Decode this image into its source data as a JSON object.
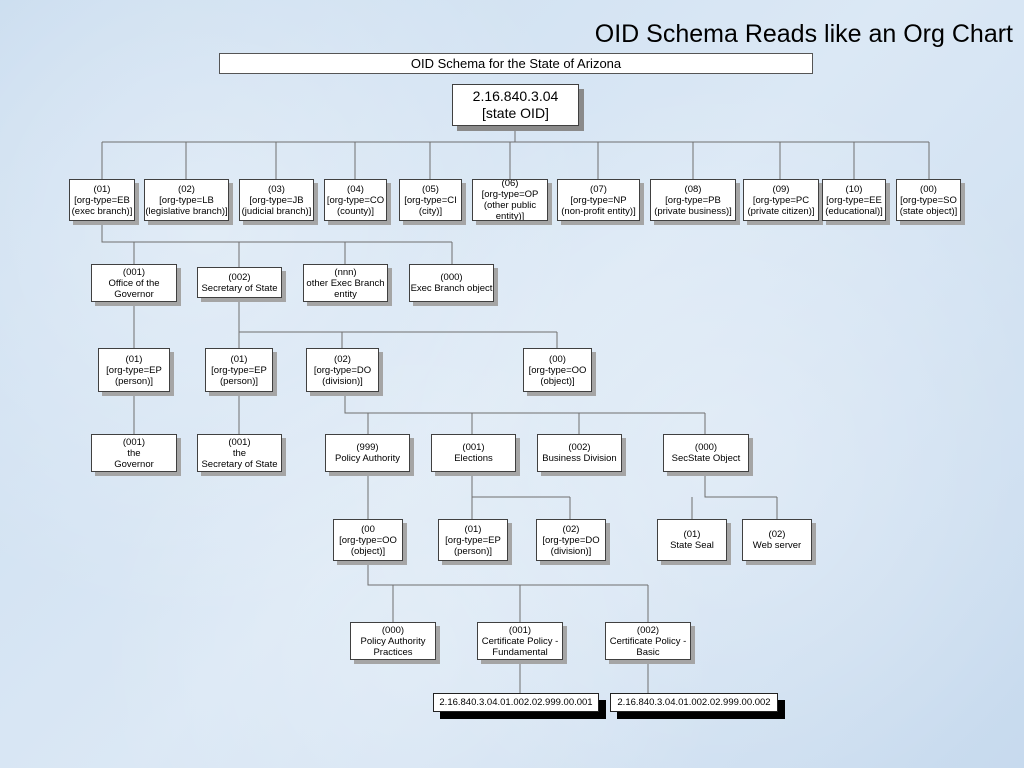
{
  "slide": {
    "title": "OID Schema Reads like an Org Chart",
    "subtitle": "OID Schema for the State of Arizona"
  },
  "nodes": {
    "root": "2.16.840.3.04\n[state OID]",
    "eb": "(01)\n[org-type=EB\n(exec branch)]",
    "lb": "(02)\n[org-type=LB\n(legislative branch)]",
    "jb": "(03)\n[org-type=JB\n(judicial branch)]",
    "co": "(04)\n[org-type=CO\n(county)]",
    "ci": "(05)\n[org-type=CI\n(city)]",
    "op": "(06)\n[org-type=OP\n(other public\nentity)]",
    "np": "(07)\n[org-type=NP\n(non-profit entity)]",
    "pb": "(08)\n[org-type=PB\n(private business)]",
    "pc": "(09)\n[org-type=PC\n(private citizen)]",
    "ee": "(10)\n[org-type=EE\n(educational)]",
    "so": "(00)\n[org-type=SO\n(state object)]",
    "gov_office": "(001)\nOffice of the\nGovernor",
    "sos": "(002)\nSecretary of State",
    "other_exec": "(nnn)\nother Exec Branch\nentity",
    "exec_obj": "(000)\nExec Branch object",
    "ep_gov": "(01)\n[org-type=EP\n(person)]",
    "ep_sos": "(01)\n[org-type=EP\n(person)]",
    "do_sos": "(02)\n[org-type=DO\n(division)]",
    "oo_sos": "(00)\n[org-type=OO\n(object)]",
    "the_gov": "(001)\nthe\nGovernor",
    "the_sos": "(001)\nthe\nSecretary of State",
    "policy_auth": "(999)\nPolicy Authority",
    "elections": "(001)\nElections",
    "business_div": "(002)\nBusiness Division",
    "secstate_obj": "(000)\nSecState Object",
    "pa_oo": "(00\n[org-type=OO\n(object)]",
    "el_ep": "(01)\n[org-type=EP\n(person)]",
    "el_do": "(02)\n[org-type=DO\n(division)]",
    "state_seal": "(01)\nState Seal",
    "web_server": "(02)\nWeb server",
    "pa_practices": "(000)\nPolicy Authority\nPractices",
    "cp_fund": "(001)\nCertificate Policy -\nFundamental",
    "cp_basic": "(002)\nCertificate Policy -\nBasic",
    "oid1": "2.16.840.3.04.01.002.02.999.00.001",
    "oid2": "2.16.840.3.04.01.002.02.999.00.002"
  }
}
